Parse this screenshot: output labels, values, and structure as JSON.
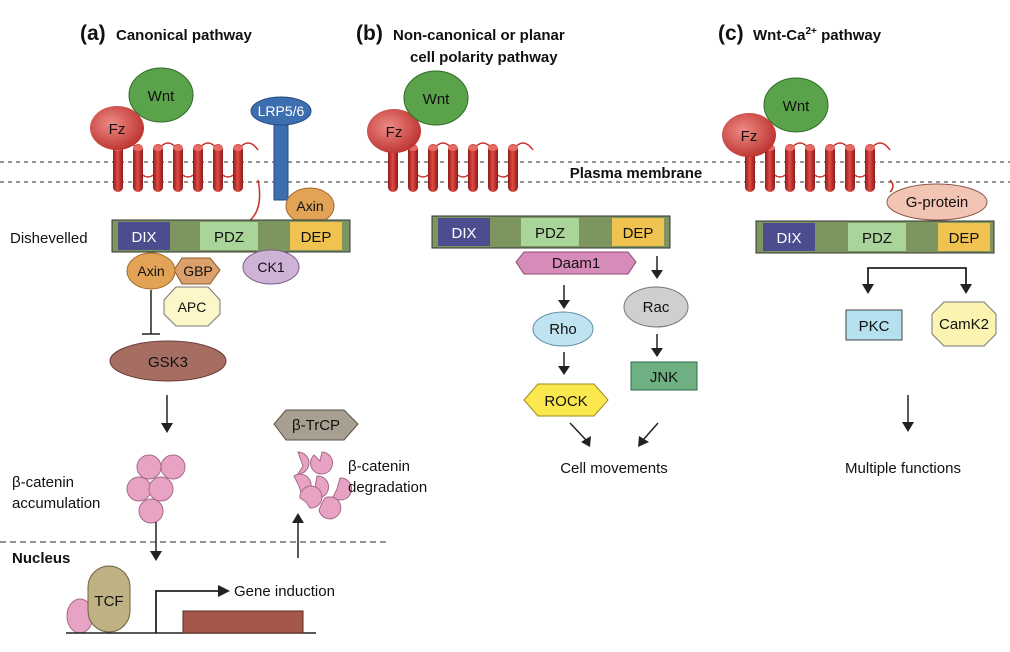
{
  "panels": {
    "a": {
      "letter": "(a)",
      "title": "Canonical pathway"
    },
    "b": {
      "letter": "(b)",
      "title_line1": "Non-canonical or planar",
      "title_line2": "cell polarity pathway"
    },
    "c": {
      "letter": "(c)",
      "title_main": "Wnt-Ca",
      "title_sup": "2+",
      "title_end": " pathway"
    }
  },
  "labels": {
    "wnt": "Wnt",
    "fz": "Fz",
    "lrp": "LRP5/6",
    "axin": "Axin",
    "dix": "DIX",
    "pdz": "PDZ",
    "dep": "DEP",
    "dishevelled": "Dishevelled",
    "gbp": "GBP",
    "ck1": "CK1",
    "apc": "APC",
    "gsk3": "GSK3",
    "btrcp": "β-TrCP",
    "bcat_accum_1": "β-catenin",
    "bcat_accum_2": "accumulation",
    "bcat_degr_1": "β-catenin",
    "bcat_degr_2": "degradation",
    "nucleus": "Nucleus",
    "tcf": "TCF",
    "gene_induction": "Gene induction",
    "plasma_membrane": "Plasma membrane",
    "daam1": "Daam1",
    "rho": "Rho",
    "rac": "Rac",
    "rock": "ROCK",
    "jnk": "JNK",
    "cell_movements": "Cell movements",
    "gprotein": "G-protein",
    "pkc": "PKC",
    "camk2": "CamK2",
    "multiple_functions": "Multiple functions"
  },
  "colors": {
    "helix": "#c9302c",
    "wnt": "#5aa34a",
    "fz": "#d9534f",
    "dsh_bar": "#7d9660",
    "dix": "#4b4d8f",
    "pdz": "#a9d49a",
    "dep": "#f0c24f",
    "lrp": "#3d6fb0",
    "axin": "#e3a356",
    "gbp": "#dca06a",
    "ck1": "#cdb3d6",
    "apc": "#fbf7c8",
    "gsk3": "#a66e63",
    "btrcp": "#a79f8f",
    "bcat": "#e8a3c4",
    "tcf": "#bfb183",
    "gene": "#a4574a",
    "daam1": "#d68bb8",
    "rho": "#bfe3f0",
    "rac": "#cfcfcf",
    "rock": "#fbe84e",
    "jnk": "#6fb083",
    "gprotein": "#f2c4b4",
    "pkc": "#b5e1ee",
    "camk2": "#fbf3b0"
  }
}
